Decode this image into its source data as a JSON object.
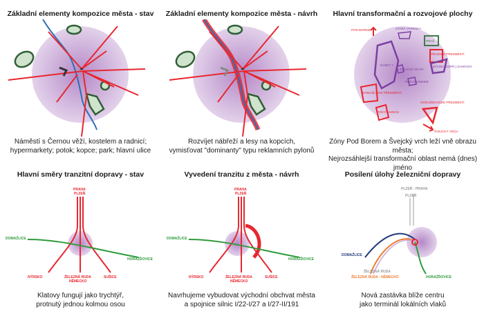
{
  "panels": [
    {
      "title": "Základní elementy kompozice města - stav",
      "caption": [
        "Náměstí s Černou věží, kostelem a radnicí;",
        "hypermarkety; potok; kopce; park; hlavní ulice"
      ]
    },
    {
      "title": "Základní elementy kompozice města - návrh",
      "caption": [
        "Rozvíjet nábřeží a lesy na kopcích,",
        "vymisťovat \"dominanty\" typu reklamních pylonů"
      ]
    },
    {
      "title": "Hlavní transformační a rozvojové plochy",
      "caption": [
        "Zóny Pod Borem a Švejcký vrch leží vně obrazu města;",
        "Nejrozsáhlejší transformační oblast nemá (dnes) jméno"
      ],
      "labels": {
        "pod_borem": "POD BOREM",
        "stara_vapenka": "STARÁ VÁPENKA",
        "praz": "PRAŽ.",
        "prazske_predmesti": "PRAŽSKÉ PŘEDMĚSTÍ",
        "zavod_dopravni_zahrady": "ZÁVOD (DOPR.) ZAHRADY",
        "nazev": "NÁZEV ?",
        "domazlicke_predmesti": "DOMAŽLICKÉ PŘEDMĚSTÍ",
        "svejcky_mlyn": "ŠVEJCKÝ MLÝN",
        "pod_hradkem": "POD HRÁDKEM",
        "pod_plavnou": "POD PLAVNOU",
        "horazdovicke_predmesti": "HORAŽĎOVICKÉ PŘEDMĚSTÍ",
        "svejcky_vrch": "ŠVEJCKÝ VRCH"
      }
    },
    {
      "title": "Hlavní směry tranzitní dopravy - stav",
      "caption": [
        "Klatovy fungují jako trychtýř,",
        "protnutý jednou kolmou osou"
      ],
      "labels": {
        "praha": "PRAHA",
        "plzen": "PLZEŇ",
        "domazlice": "DOMAŽLICE",
        "horazdovice": "HORAŽĎOVICE",
        "nyrsko": "NÝRSKO",
        "zelezna_ruda": "ŽELEZNÁ RUDA",
        "nemecko": "NĚMECKO",
        "susice": "SUŠICE"
      }
    },
    {
      "title": "Vyvedení tranzitu z města - návrh",
      "caption": [
        "Navrhujeme vybudovat východní obchvat města",
        "a spojnice silnic I/22-I/27 a I/27-II/191"
      ],
      "labels": {
        "praha": "PRAHA",
        "plzen": "PLZEŇ",
        "domazlice": "DOMAŽLICE",
        "horazdovice": "HORAŽĎOVICE",
        "nyrsko": "NÝRSKO",
        "zelezna_ruda": "ŽELEZNÁ RUDA",
        "nemecko": "NĚMECKO",
        "susice": "SUŠICE"
      }
    },
    {
      "title": "Posílení úlohy železniční dopravy",
      "caption": [
        "Nová zastávka blíže centru",
        "jako terminál lokálních vlaků"
      ],
      "labels": {
        "plzen_praha": "PLZEŇ - PRAHA",
        "plzen": "PLZEŇ",
        "domazlice": "DOMAŽLICE",
        "zelezna_ruda": "ŽELEZNÁ RUDA",
        "zr_nemecko": "ŽELEZNÁ RUDA - NĚMECKO",
        "horazdovice": "HORAŽĎOVICE"
      }
    }
  ],
  "colors": {
    "circle": "#c9a9d6",
    "road": "#e8262e",
    "stream": "#2d6fb5",
    "park": "#3f7a4a",
    "transform": "#7b3fa0",
    "green_line": "#2e9a3a",
    "navy_line": "#213a7a",
    "orange_line": "#ef7b2c"
  }
}
